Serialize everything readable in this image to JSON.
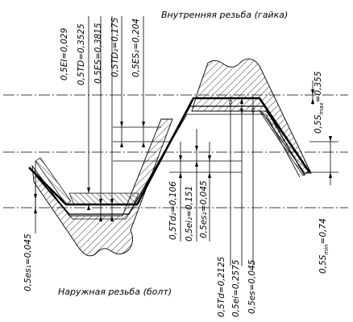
{
  "titles": {
    "internal_thread": "Внутренняя резьба (гайка)",
    "external_thread": "Наружная резьба (болт)"
  },
  "labels": {
    "EI": "0,5EI=0,029",
    "TD": "0,5TD=0,3525",
    "ES": "0,5ES=0,3815",
    "TD2": "0,5TD₂=0,175",
    "ES2": "0,5ES₂=0,204",
    "S_max": "0,5S",
    "S_max_sub": "max",
    "S_max_val": "=0,355",
    "es_left": "0,5es₁=0,045",
    "Td": "0,5Td₂=0,106",
    "ei2": "0,5ei₂=0,151",
    "es2": "0,5es₂=0,045",
    "Td1": "0,5Td=0,2125",
    "ei": "0,5ei=0,2575",
    "es": "0,5es=0,045",
    "S_min": "0,5S",
    "S_min_sub": "min",
    "S_min_val": "=0,74"
  }
}
